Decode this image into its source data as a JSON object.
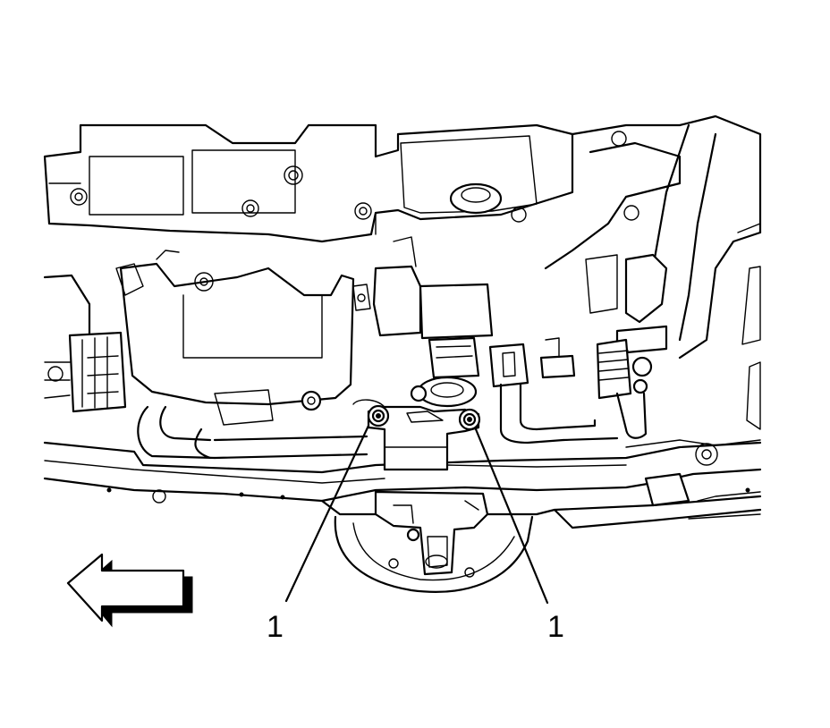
{
  "callouts": [
    {
      "label": "1",
      "target": "left-mount-bolt"
    },
    {
      "label": "1",
      "target": "right-mount-bolt"
    }
  ],
  "direction_arrow": {
    "icon": "left-arrow-icon",
    "pointing": "left"
  },
  "colors": {
    "line": "#000000",
    "background": "#ffffff"
  }
}
